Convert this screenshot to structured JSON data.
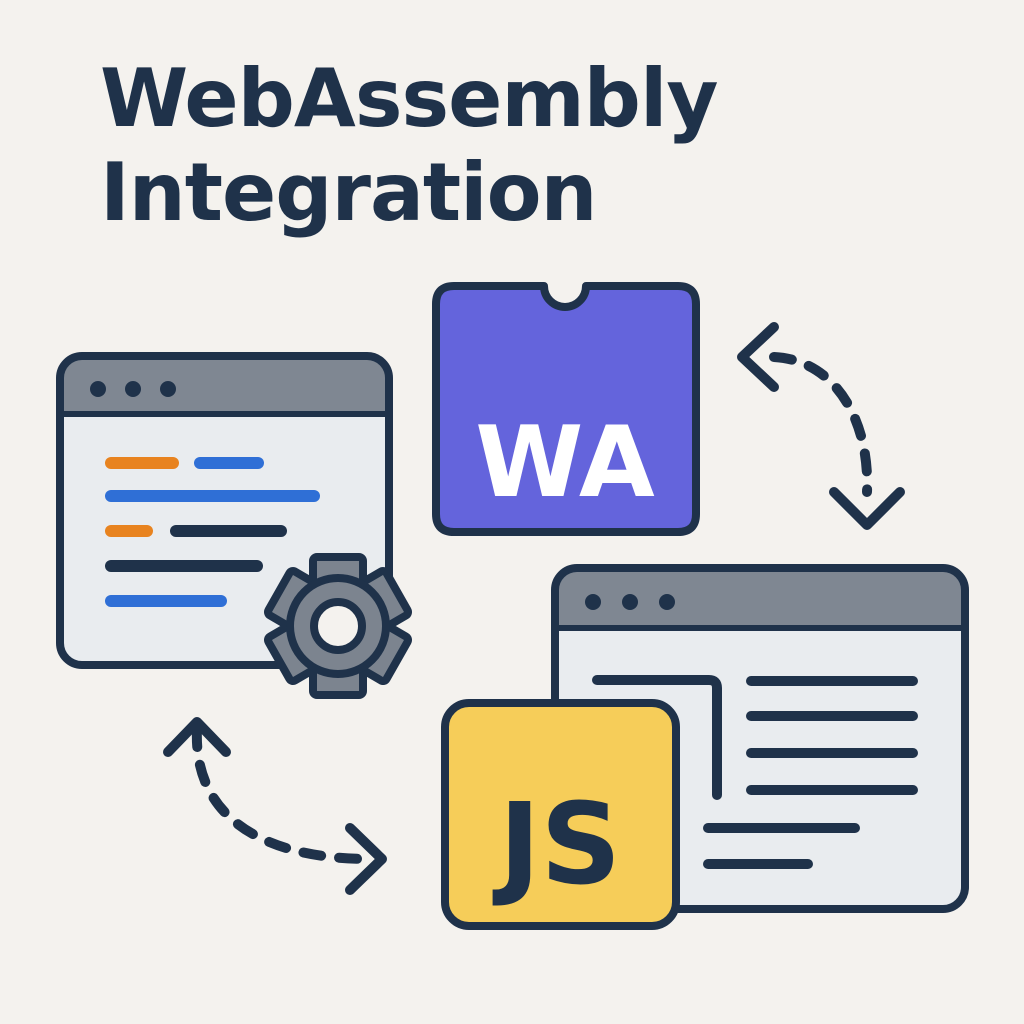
{
  "title": {
    "line1": "WebAssembly",
    "line2": "Integration"
  },
  "wasm_badge": {
    "text": "WA",
    "color": "#6464dc"
  },
  "js_badge": {
    "text": "JS",
    "color": "#f6cd59"
  },
  "colors": {
    "outline": "#1f324a",
    "window_header": "#7f8792",
    "window_body": "#e9ecef",
    "code_orange": "#e8831f",
    "code_blue": "#2f6fd6",
    "gear": "#7c848f",
    "background": "#f4f2ee"
  },
  "icons": {
    "code_window": "code-editor-window-icon",
    "gear": "gear-icon",
    "browser_window": "browser-window-icon",
    "arrows": [
      "top-right-curved-dashed-arrow-icon",
      "bottom-left-curved-dashed-arrow-icon"
    ]
  }
}
